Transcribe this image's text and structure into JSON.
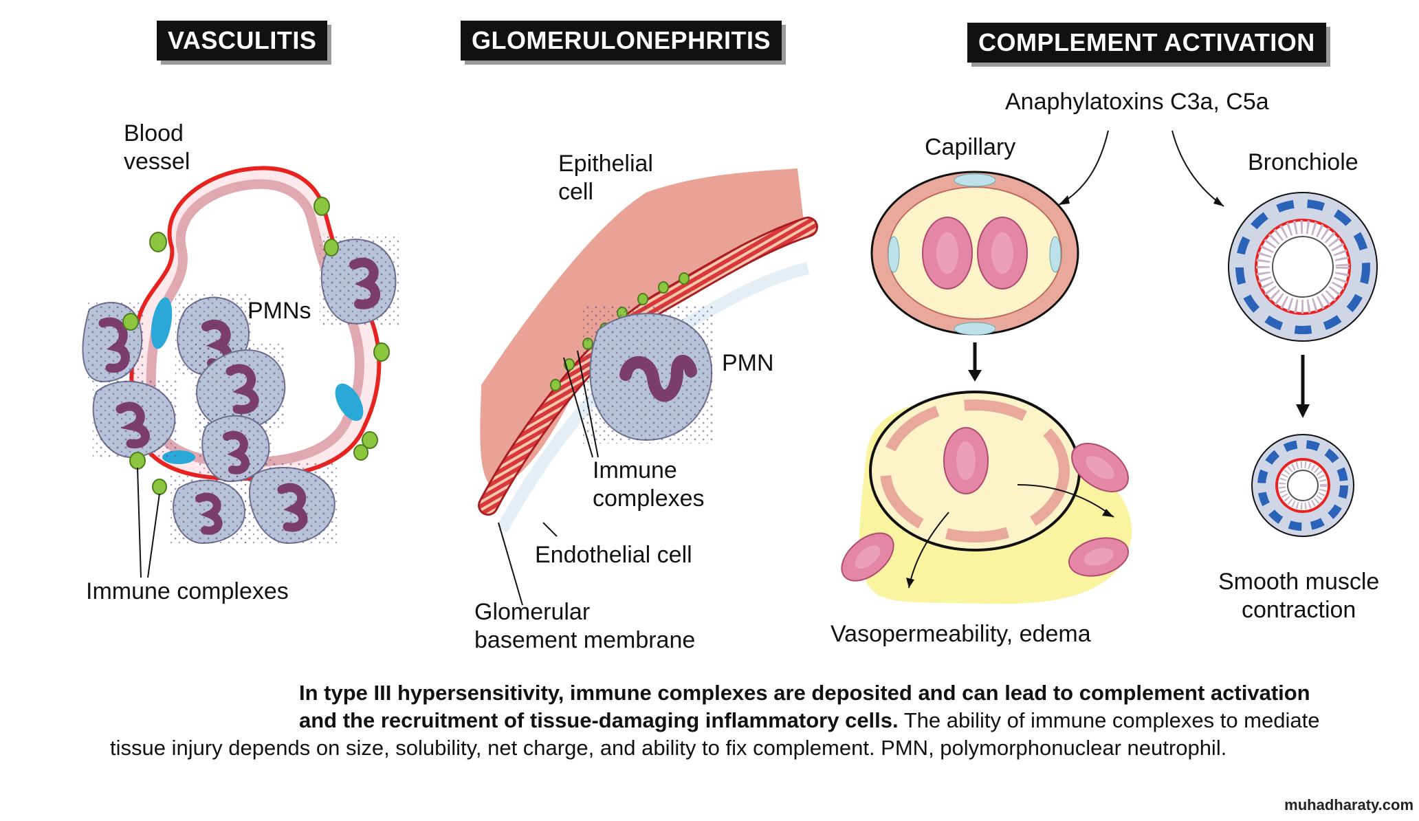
{
  "headers": {
    "vasculitis": "VASCULITIS",
    "glomerulonephritis": "GLOMERULONEPHRITIS",
    "complement": "COMPLEMENT ACTIVATION"
  },
  "vasculitis": {
    "blood_vessel_1": "Blood",
    "blood_vessel_2": "vessel",
    "pmns": "PMNs",
    "immune_complexes": "Immune complexes"
  },
  "glomerulonephritis": {
    "epithelial_1": "Epithelial",
    "epithelial_2": "cell",
    "pmn": "PMN",
    "immune_1": "Immune",
    "immune_2": "complexes",
    "endothelial": "Endothelial cell",
    "gbm_1": "Glomerular",
    "gbm_2": "basement membrane"
  },
  "complement": {
    "anaphylatoxins": "Anaphylatoxins C3a, C5a",
    "capillary": "Capillary",
    "bronchiole": "Bronchiole",
    "vasopermeability": "Vasopermeability, edema",
    "smooth_1": "Smooth muscle",
    "smooth_2": "contraction"
  },
  "caption": {
    "bold_1": "In type III hypersensitivity, immune complexes are deposited and can lead to complement activation",
    "bold_2": "and the recruitment of tissue-damaging inflammatory cells.",
    "normal_2": " The ability of immune complexes to mediate",
    "line_3": "tissue injury depends on size, solubility, net charge, and ability to fix complement. PMN, polymorphonuclear neutrophil."
  },
  "watermark": "muhadharaty.com",
  "colors": {
    "red_outline": "#e8231f",
    "vessel_wall": "#f2c9cf",
    "pmn_cell": "#b8c2d8",
    "nucleus": "#7a3d6e",
    "immune_complex": "#8cc63f",
    "blue_nucleus": "#2aa8d8",
    "epithelial": "#d9867a",
    "capillary_wall": "#e8a89c",
    "rbc": "#e486a6",
    "edema": "#faf3a0",
    "smooth_muscle": "#2a63b8"
  }
}
